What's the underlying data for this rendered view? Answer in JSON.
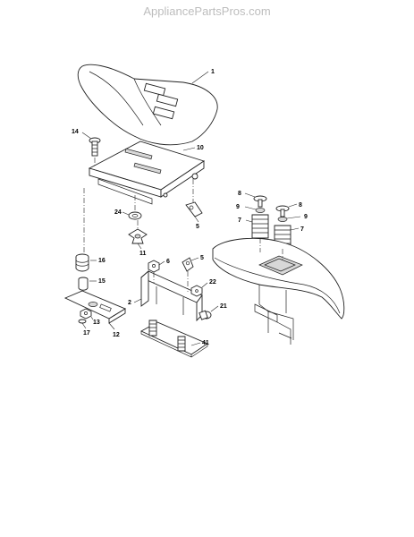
{
  "watermark": "AppliancePartsPros.com",
  "callouts": {
    "c1": "1",
    "c14": "14",
    "c10": "10",
    "c8a": "8",
    "c8b": "8",
    "c9a": "9",
    "c9b": "9",
    "c7a": "7",
    "c7b": "7",
    "c24": "24",
    "c5a": "5",
    "c11": "11",
    "c16": "16",
    "c6": "6",
    "c5b": "5",
    "c15": "15",
    "c22": "22",
    "c2": "2",
    "c21": "21",
    "c13": "13",
    "c17": "17",
    "c12": "12",
    "c41": "41"
  }
}
